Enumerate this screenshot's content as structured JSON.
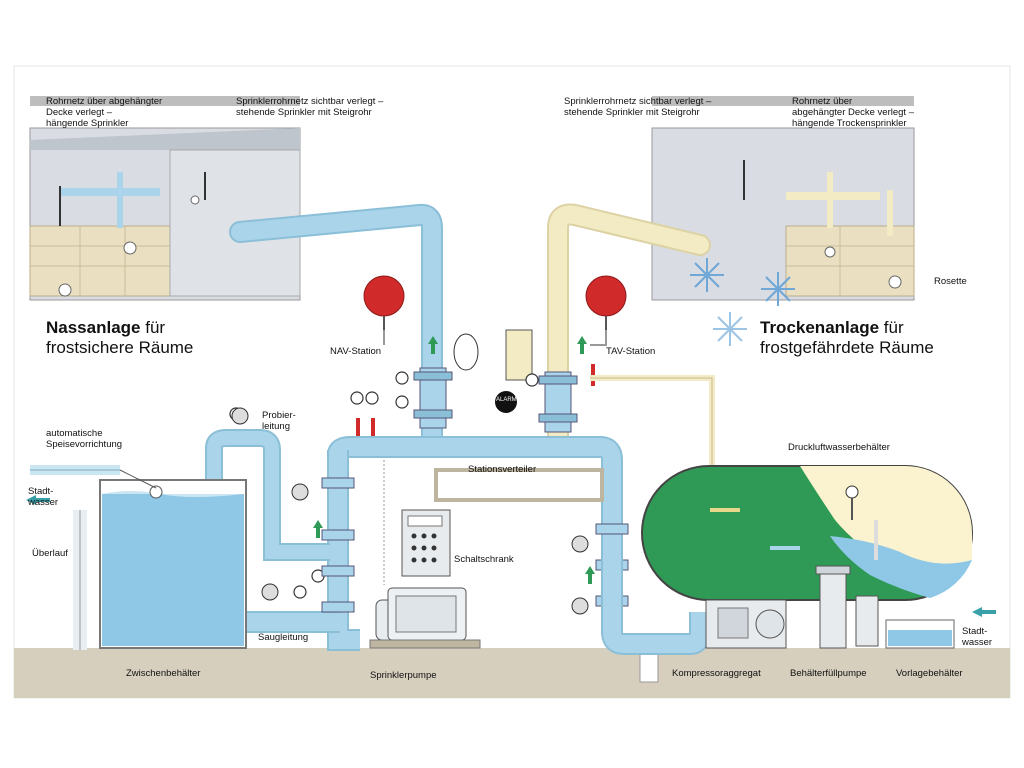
{
  "labels": {
    "rohrnetz_left": "Rohrnetz über abgehängter\nDecke verlegt –\nhängende Sprinkler",
    "sichtbar_left": "Sprinklerrohrnetz sichtbar verlegt –\nstehende Sprinkler mit Steigrohr",
    "sichtbar_right": "Sprinklerrohrnetz sichtbar verlegt –\nstehende Sprinkler mit Steigrohr",
    "rohrnetz_right": "Rohrnetz über\nabgehängter Decke verlegt –\nhängende Trockensprinkler",
    "rosette": "Rosette",
    "nass_bold": "Nassanlage",
    "nass_rest": " für",
    "nass_line2": "frostsichere Räume",
    "trocken_bold": "Trockenanlage",
    "trocken_rest": " für",
    "trocken_line2": "frostgefährdete Räume",
    "nav_station": "NAV-Station",
    "tav_station": "TAV-Station",
    "speisevorrichtung": "automatische\nSpeisevorrichtung",
    "probierleitung": "Probier-\nleitung",
    "stadtwasser_left": "Stadt-\nwasser",
    "ueberlauf": "Überlauf",
    "stationsverteiler": "Stationsverteiler",
    "druckluftwasserbehaelter": "Druckluftwasserbehälter",
    "schaltschrank": "Schaltschrank",
    "saugleitung": "Saugleitung",
    "zwischenbehaelter": "Zwischenbehälter",
    "sprinklerpumpe": "Sprinklerpumpe",
    "kompressoraggregat": "Kompressoraggregat",
    "behaelterfuellpumpe": "Behälterfüllpumpe",
    "vorlagebehaelter": "Vorlagebehälter",
    "stadtwasser_right": "Stadt-\nwasser",
    "alarm": "ALARM"
  },
  "colors": {
    "wet_pipe": "#a9d4ea",
    "dry_pipe": "#f3ebc4",
    "water": "#8ec8e6",
    "tank_green": "#2e9a55",
    "ceiling": "#eadfc1",
    "room_wall": "#cfd4db",
    "alarm_red": "#d12a2a",
    "ground": "#cfc6b4"
  },
  "icons": [
    "snowflake-icon",
    "alarm-bell-icon",
    "pressure-gauge-icon",
    "flow-arrow-icon"
  ]
}
